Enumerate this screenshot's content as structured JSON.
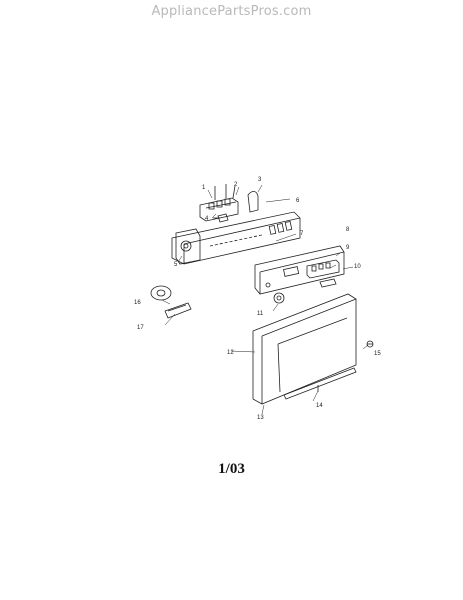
{
  "watermark": "AppliancePartsPros.com",
  "callouts": [
    "1",
    "2",
    "3",
    "4",
    "5",
    "6",
    "7",
    "8",
    "9",
    "10",
    "11",
    "12",
    "13",
    "14",
    "15",
    "16",
    "17"
  ],
  "page_code": "1/03"
}
